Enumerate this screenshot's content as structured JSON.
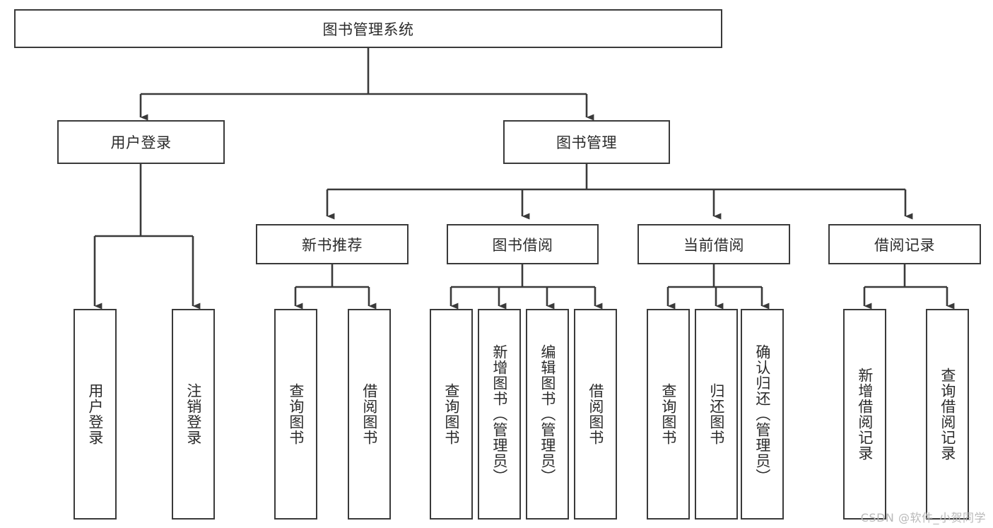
{
  "diagram": {
    "type": "tree",
    "title": "图书管理系统",
    "watermark": "CSDN @软件_小贺同学",
    "colors": {
      "stroke": "#3a3a3a",
      "fill": "#ffffff",
      "text": "#2b2b2b",
      "watermark": "#b9b9b9"
    },
    "root": {
      "label": "图书管理系统",
      "orientation": "horizontal"
    },
    "level1": [
      {
        "label": "用户登录",
        "orientation": "horizontal"
      },
      {
        "label": "图书管理",
        "orientation": "horizontal"
      }
    ],
    "level2": [
      {
        "label": "新书推荐",
        "orientation": "horizontal",
        "parent": "图书管理"
      },
      {
        "label": "图书借阅",
        "orientation": "horizontal",
        "parent": "图书管理"
      },
      {
        "label": "当前借阅",
        "orientation": "horizontal",
        "parent": "图书管理"
      },
      {
        "label": "借阅记录",
        "orientation": "horizontal",
        "parent": "图书管理"
      }
    ],
    "leaves": {
      "user_login": [
        {
          "label": "用户登录",
          "orientation": "vertical"
        },
        {
          "label": "注销登录",
          "orientation": "vertical"
        }
      ],
      "new_book_recommend": [
        {
          "label": "查询图书",
          "orientation": "vertical"
        },
        {
          "label": "借阅图书",
          "orientation": "vertical"
        }
      ],
      "book_borrow": [
        {
          "label": "查询图书",
          "orientation": "vertical"
        },
        {
          "label": "新增图书（管理员）",
          "orientation": "vertical"
        },
        {
          "label": "编辑图书（管理员）",
          "orientation": "vertical"
        },
        {
          "label": "借阅图书",
          "orientation": "vertical"
        }
      ],
      "current_borrow": [
        {
          "label": "查询图书",
          "orientation": "vertical"
        },
        {
          "label": "归还图书",
          "orientation": "vertical"
        },
        {
          "label": "确认归还（管理员）",
          "orientation": "vertical"
        }
      ],
      "borrow_record": [
        {
          "label": "新增借阅记录",
          "orientation": "vertical"
        },
        {
          "label": "查询借阅记录",
          "orientation": "vertical"
        }
      ]
    }
  }
}
